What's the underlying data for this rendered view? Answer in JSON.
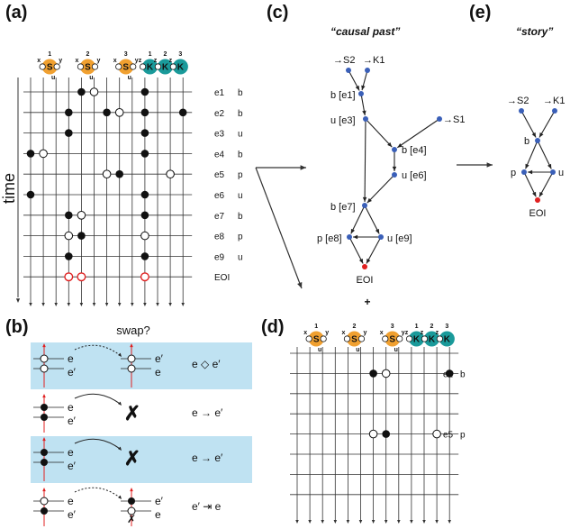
{
  "panels": {
    "a": "(a)",
    "b": "(b)",
    "c": "(c)",
    "d": "(d)",
    "e": "(e)"
  },
  "time_label": "time",
  "titles": {
    "causal_past": "“causal past”",
    "story": "“story”",
    "swap": "swap?"
  },
  "plus": "+",
  "agents": [
    {
      "index": "1",
      "letter": "S",
      "type": "S",
      "left": "x",
      "right": "y",
      "sub": "u"
    },
    {
      "index": "2",
      "letter": "S",
      "type": "S",
      "left": "x",
      "right": "y",
      "sub": "u"
    },
    {
      "index": "3",
      "letter": "S",
      "type": "S",
      "left": "x",
      "right": "y",
      "sub": "u"
    },
    {
      "index": "1",
      "letter": "K",
      "type": "K",
      "left": "z",
      "right": "",
      "sub": ""
    },
    {
      "index": "2",
      "letter": "K",
      "type": "K",
      "left": "z",
      "right": "",
      "sub": ""
    },
    {
      "index": "3",
      "letter": "K",
      "type": "K",
      "left": "z",
      "right": "",
      "sub": ""
    }
  ],
  "events_a": [
    {
      "id": "e1",
      "type": "b",
      "marks": [
        [
          4,
          "f"
        ],
        [
          5,
          "o"
        ],
        [
          9,
          "f"
        ]
      ]
    },
    {
      "id": "e2",
      "type": "b",
      "marks": [
        [
          3,
          "f"
        ],
        [
          6,
          "f"
        ],
        [
          7,
          "o"
        ],
        [
          9,
          "f"
        ],
        [
          12,
          "f"
        ]
      ]
    },
    {
      "id": "e3",
      "type": "u",
      "marks": [
        [
          3,
          "f"
        ],
        [
          9,
          "f"
        ]
      ]
    },
    {
      "id": "e4",
      "type": "b",
      "marks": [
        [
          0,
          "f"
        ],
        [
          1,
          "o"
        ],
        [
          9,
          "f"
        ]
      ]
    },
    {
      "id": "e5",
      "type": "p",
      "marks": [
        [
          6,
          "o"
        ],
        [
          7,
          "f"
        ],
        [
          11,
          "o"
        ]
      ]
    },
    {
      "id": "e6",
      "type": "u",
      "marks": [
        [
          0,
          "f"
        ],
        [
          9,
          "f"
        ]
      ]
    },
    {
      "id": "e7",
      "type": "b",
      "marks": [
        [
          3,
          "f"
        ],
        [
          4,
          "o"
        ],
        [
          9,
          "f"
        ]
      ]
    },
    {
      "id": "e8",
      "type": "p",
      "marks": [
        [
          3,
          "o"
        ],
        [
          4,
          "f"
        ],
        [
          9,
          "o"
        ]
      ]
    },
    {
      "id": "e9",
      "type": "u",
      "marks": [
        [
          3,
          "f"
        ],
        [
          9,
          "f"
        ]
      ]
    },
    {
      "id": "EOI",
      "type": "",
      "marks": [
        [
          3,
          "r"
        ],
        [
          4,
          "r"
        ],
        [
          9,
          "r"
        ]
      ]
    }
  ],
  "events_d": [
    {
      "id": "e2",
      "type": "b",
      "row": 1,
      "marks": [
        [
          6,
          "f"
        ],
        [
          7,
          "o"
        ],
        [
          12,
          "f"
        ]
      ]
    },
    {
      "id": "e5",
      "type": "p",
      "row": 4,
      "marks": [
        [
          6,
          "o"
        ],
        [
          7,
          "f"
        ],
        [
          11,
          "o"
        ]
      ]
    }
  ],
  "causal_nodes": {
    "S2": "→S2",
    "K1": "→K1",
    "e1": "b [e1]",
    "e3": "u [e3]",
    "S1": "→S1",
    "e4": "b [e4]",
    "e6": "u [e6]",
    "e7": "b [e7]",
    "e8": "p [e8]",
    "e9": "u [e9]",
    "EOI": "EOI"
  },
  "story_nodes": {
    "S2": "→S2",
    "K1": "→K1",
    "b": "b",
    "p": "p",
    "u": "u",
    "EOI": "EOI"
  },
  "swap_rows": [
    {
      "shade": true,
      "e_label": "e",
      "ep_label": "e′",
      "after_top": "e′",
      "after_bottom": "e",
      "result": "e ◇ e′",
      "cross": false
    },
    {
      "shade": false,
      "e_label": "e",
      "ep_label": "e′",
      "after_top": "",
      "after_bottom": "",
      "result": "e → e′",
      "cross": true
    },
    {
      "shade": true,
      "e_label": "e",
      "ep_label": "e′",
      "after_top": "",
      "after_bottom": "",
      "result": "e → e′",
      "cross": true
    },
    {
      "shade": false,
      "e_label": "e",
      "ep_label": "e′",
      "after_top": "e′",
      "after_bottom": "e",
      "result": "e′ ⇥ e",
      "cross": false
    }
  ],
  "colors": {
    "orange": "#f0a030",
    "teal": "#1a9a9a",
    "blue": "#3a5fb8",
    "red": "#e02020",
    "shade": "#bfe2f2"
  }
}
